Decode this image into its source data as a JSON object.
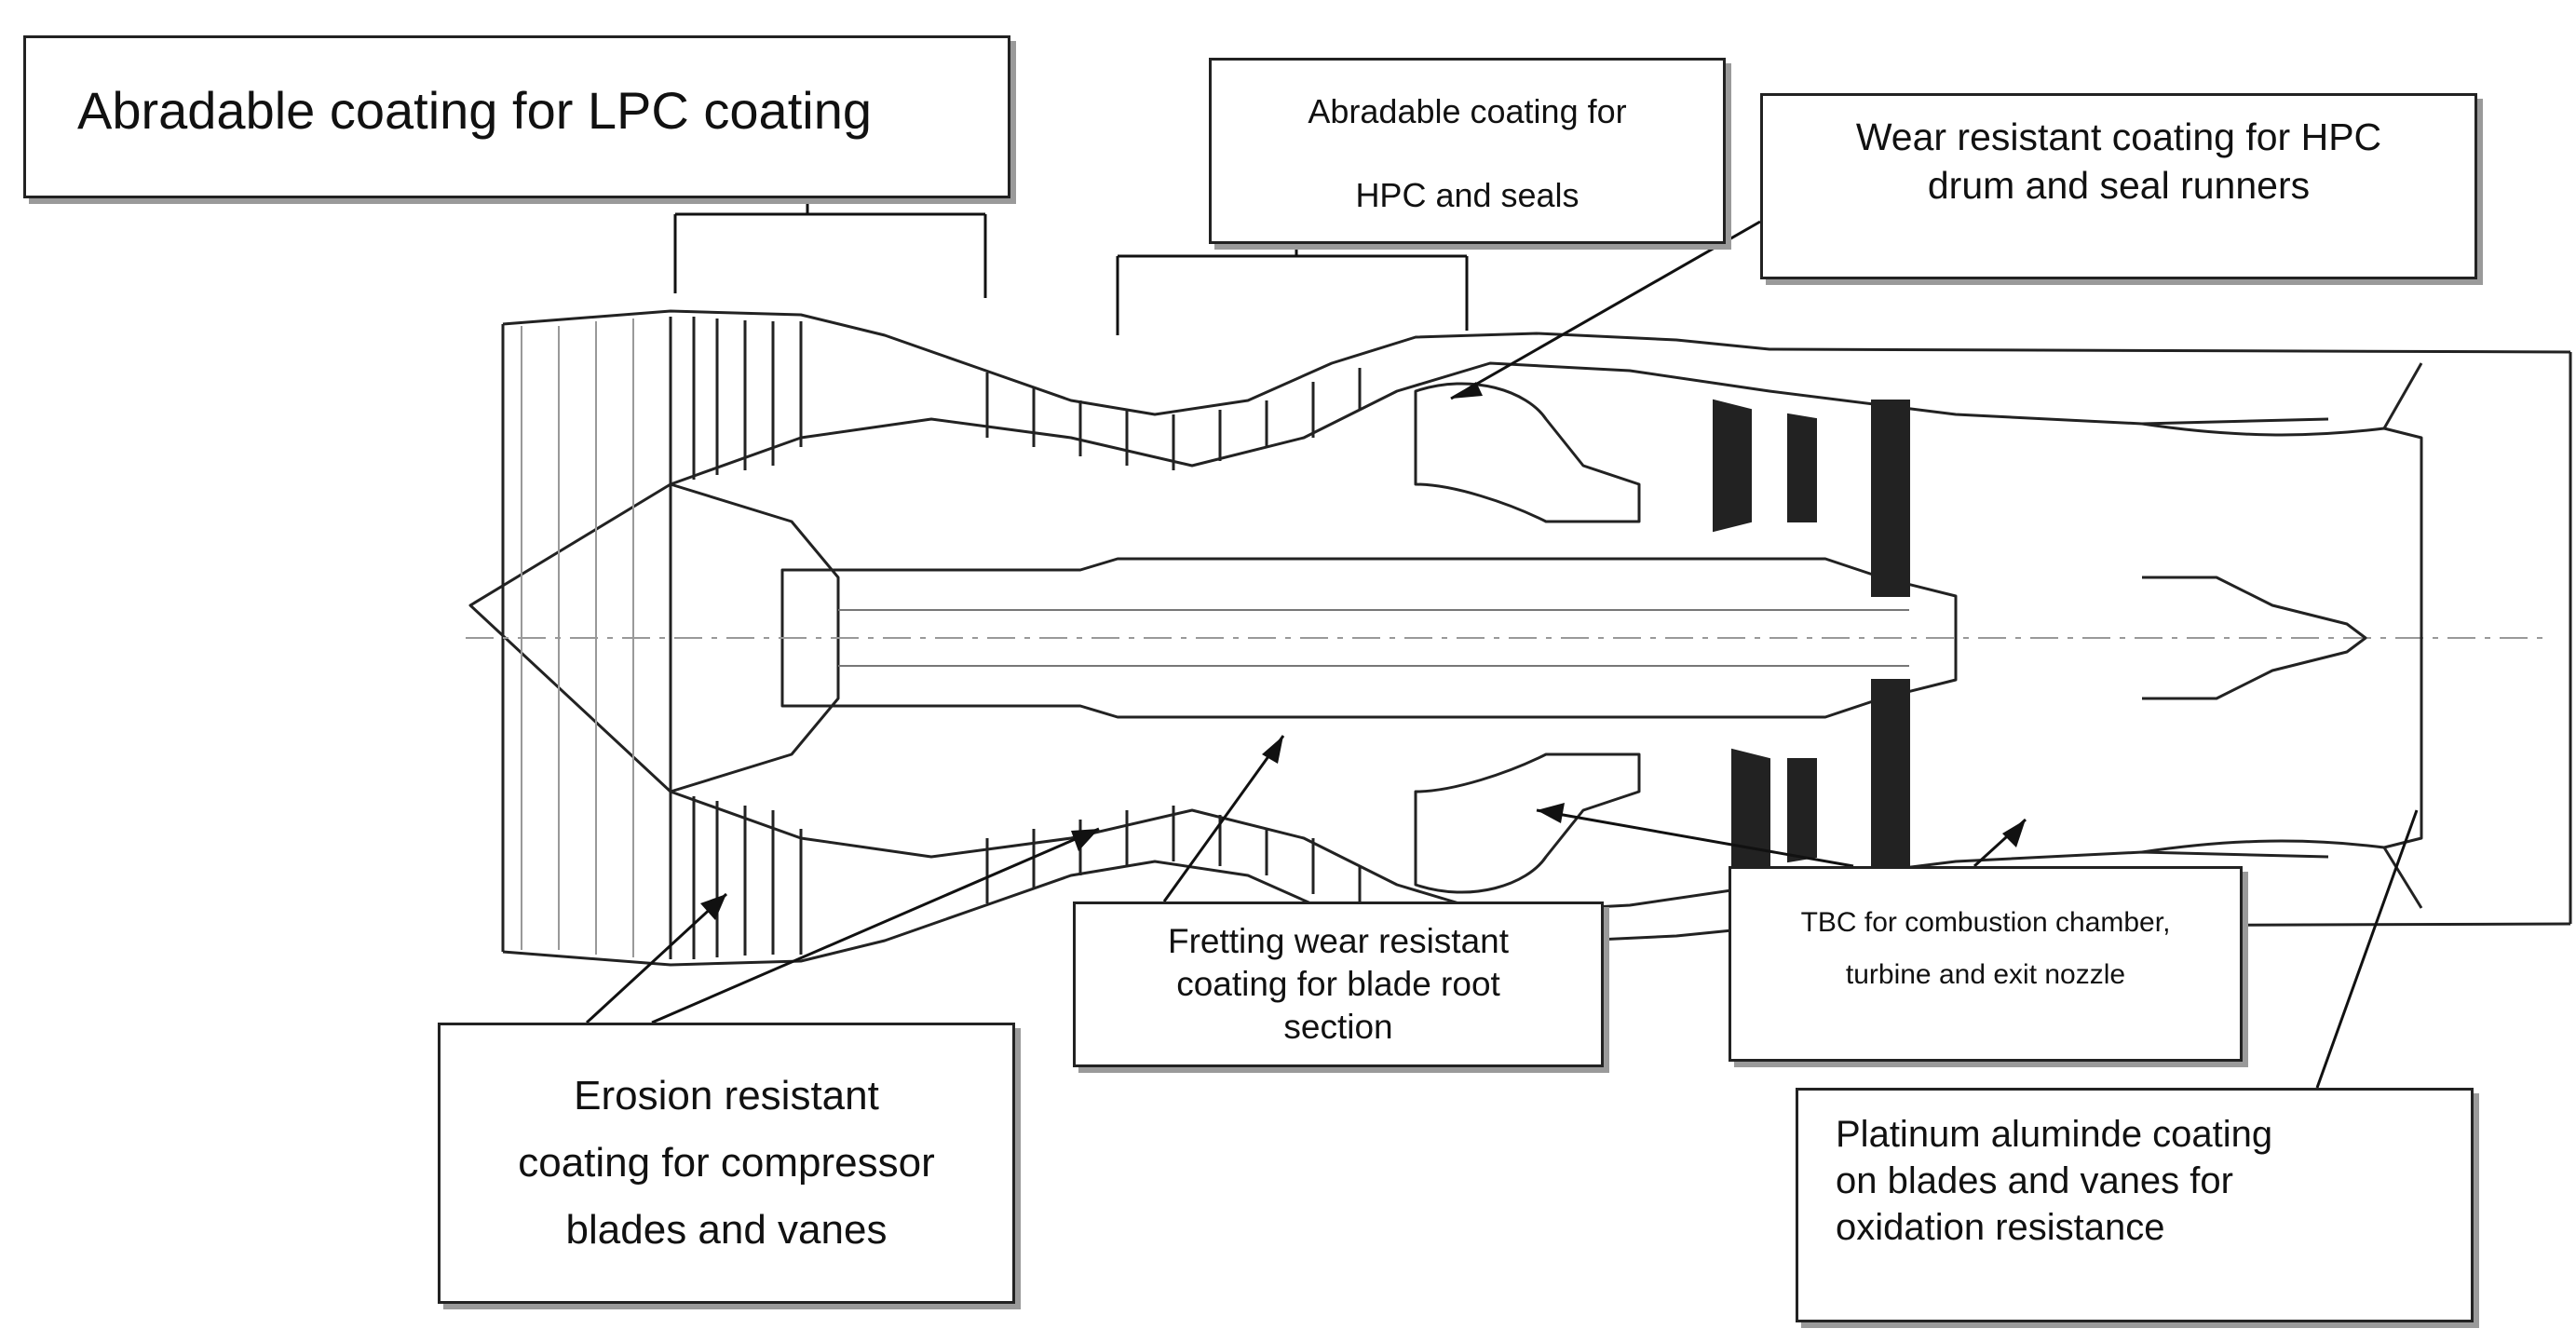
{
  "callouts": {
    "lpc_abradable": [
      "Abradable coating for LPC coating"
    ],
    "hpc_abradable": [
      "Abradable coating for",
      "HPC and seals"
    ],
    "hpc_wear": [
      "Wear resistant coating for HPC",
      "drum and seal runners"
    ],
    "erosion": [
      "Erosion resistant",
      "coating for compressor",
      "blades and vanes"
    ],
    "fretting": [
      "Fretting wear resistant",
      "coating for blade root",
      "section"
    ],
    "tbc": [
      "TBC for combustion chamber,",
      "turbine and exit nozzle"
    ],
    "platinum": [
      "Platinum aluminde coating",
      "on blades and vanes for",
      "oxidation resistance"
    ]
  }
}
